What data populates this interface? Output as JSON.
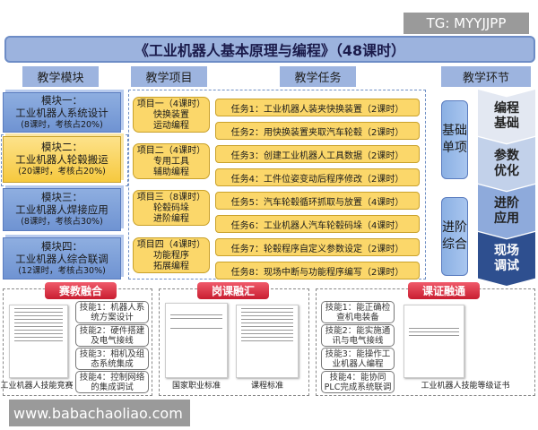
{
  "watermark_top": "TG: MYYJJPP",
  "watermark_bottom": "www.babachaoliao.com",
  "title": "《工业机器人基本原理与编程》（48课时）",
  "headers": [
    "教学模块",
    "教学项目",
    "教学任务",
    "教学环节"
  ],
  "modules": [
    {
      "name": "模块一：",
      "title": "工业机器人系统设计",
      "info": "(8课时，考核占20%)"
    },
    {
      "name": "模块二：",
      "title": "工业机器人轮毂搬运",
      "info": "(20课时，考核占20%)",
      "highlight": true
    },
    {
      "name": "模块三：",
      "title": "工业机器人焊接应用",
      "info": "(8课时，考核占30%)"
    },
    {
      "name": "模块四：",
      "title": "工业机器人综合联调",
      "info": "(12课时，考核占30%)"
    }
  ],
  "projects": [
    {
      "head": "项目一（4课时）",
      "l1": "快换装置",
      "l2": "运动编程"
    },
    {
      "head": "项目二（4课时）",
      "l1": "专用工具",
      "l2": "辅助编程"
    },
    {
      "head": "项目三（8课时）",
      "l1": "轮毂码垛",
      "l2": "进阶编程"
    },
    {
      "head": "项目四（4课时）",
      "l1": "功能程序",
      "l2": "拓展编程"
    }
  ],
  "tasks": [
    "任务1：工业机器人装夹快换装置（2课时）",
    "任务2：用快换装置夹取汽车轮毂（2课时）",
    "任务3：创建工业机器人工具数据（2课时）",
    "任务4：工件位姿变动后程序修改（2课时）",
    "任务5：汽车轮毂循环抓取与放置（4课时）",
    "任务6：工业机器人汽车轮毂码垛（4课时）",
    "任务7：轮毂程序自定义参数设定（2课时）",
    "任务8：现场中断与功能程序编写（2课时）"
  ],
  "stages": [
    "基础单项",
    "进阶综合"
  ],
  "steps": [
    {
      "l1": "编程",
      "l2": "基础",
      "color": "#e3e8f2"
    },
    {
      "l1": "参数",
      "l2": "优化",
      "color": "#c2d1ea"
    },
    {
      "l1": "进阶",
      "l2": "应用",
      "color": "#8eaadb"
    },
    {
      "l1": "现场",
      "l2": "调试",
      "color": "#2e4f8f"
    }
  ],
  "panels": [
    {
      "label": "赛教融合",
      "skills": [
        "技能1：机器人系统方案设计",
        "技能2：硬件搭建及电气接线",
        "技能3：相机及组态系统集成",
        "技能4：控制网络的集成调试"
      ],
      "captions": [
        "工业机器人技能竞赛"
      ]
    },
    {
      "label": "岗课融汇",
      "captions": [
        "国家职业标准",
        "课程标准"
      ]
    },
    {
      "label": "课证融通",
      "skills": [
        "技能1：能正确检查机电装备",
        "技能2：能实施通讯与电气接线",
        "技能3：能操作工业机器人编程",
        "技能4：能协同PLC完成系统联调"
      ],
      "captions": [
        "工业机器人技能等级证书"
      ]
    }
  ]
}
